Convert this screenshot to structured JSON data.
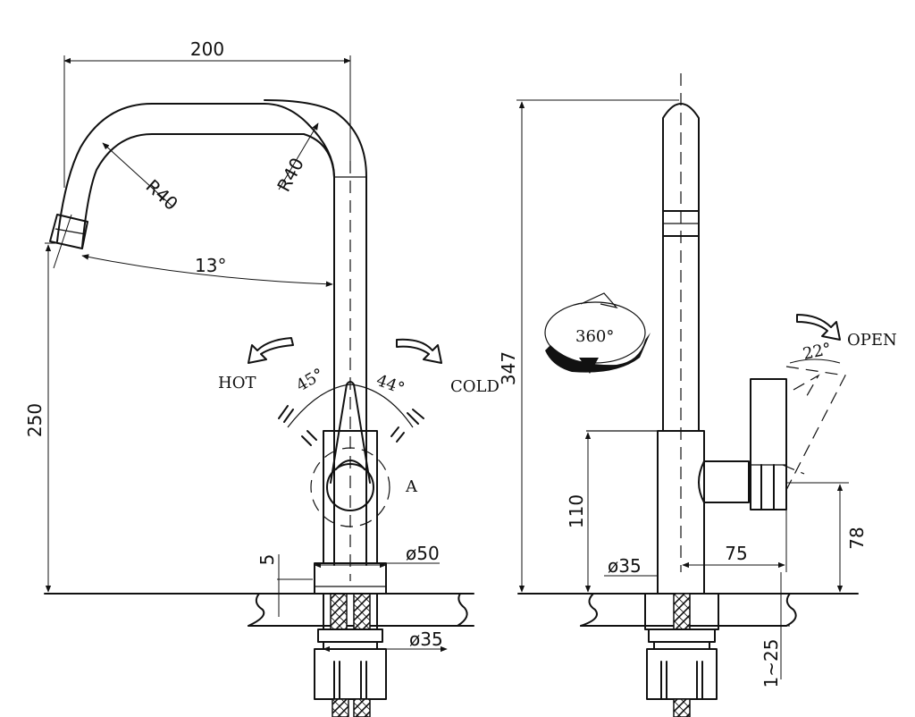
{
  "dimensions": {
    "width_top": "200",
    "radius_left": "R40",
    "radius_right": "R40",
    "tilt_angle": "13°",
    "height_spout": "250",
    "angle_hot": "45°",
    "angle_cold": "44°",
    "base_gap": "5",
    "base_diameter": "ø50",
    "shank_diameter": "ø35",
    "total_height": "347",
    "body_height": "110",
    "body_diameter": "ø35",
    "handle_reach": "75",
    "handle_height": "78",
    "counter_thickness": "1~25",
    "handle_angle": "22°",
    "rotation": "360°"
  },
  "labels": {
    "hot": "HOT",
    "cold": "COLD",
    "detail": "A",
    "open": "OPEN"
  }
}
